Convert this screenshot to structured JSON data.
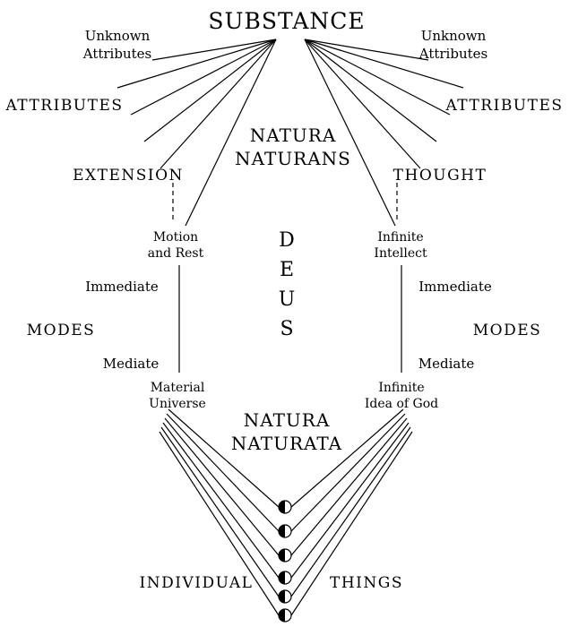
{
  "top": {
    "substance": "SUBSTANCE",
    "natura_naturans_line1": "NATURA",
    "natura_naturans_line2": "NATURANS"
  },
  "center": {
    "deus_letters": [
      "D",
      "E",
      "U",
      "S"
    ]
  },
  "bottom": {
    "natura_naturata_line1": "NATURA",
    "natura_naturata_line2": "NATURATA",
    "individual": "INDIVIDUAL",
    "things": "THINGS",
    "node_count": 6
  },
  "left": {
    "unknown_line1": "Unknown",
    "unknown_line2": "Attributes",
    "attributes": "ATTRIBUTES",
    "attribute": "EXTENSION",
    "first_mode_line1": "Motion",
    "first_mode_line2": "and Rest",
    "immediate": "Immediate",
    "modes": "MODES",
    "mediate": "Mediate",
    "last_mode_line1": "Material",
    "last_mode_line2": "Universe"
  },
  "right": {
    "unknown_line1": "Unknown",
    "unknown_line2": "Attributes",
    "attributes": "ATTRIBUTES",
    "attribute": "THOUGHT",
    "first_mode_line1": "Infinite",
    "first_mode_line2": "Intellect",
    "immediate": "Immediate",
    "modes": "MODES",
    "mediate": "Mediate",
    "last_mode_line1": "Infinite",
    "last_mode_line2": "Idea of God"
  },
  "colors": {
    "ink": "#000000",
    "background": "#ffffff"
  }
}
